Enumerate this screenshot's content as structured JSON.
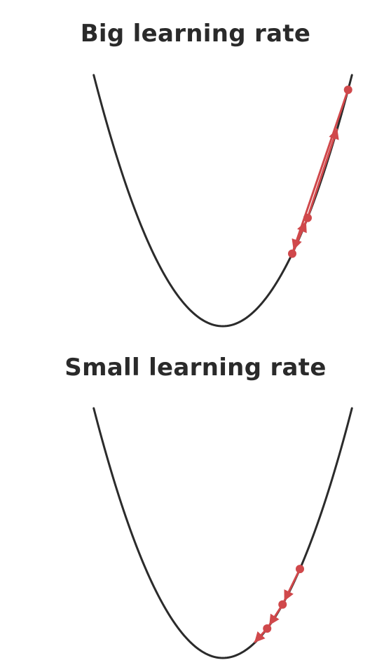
{
  "panels": [
    {
      "id": "big",
      "title": "Big learning rate",
      "points": [
        {
          "x": 0.65,
          "y": 0.4225
        },
        {
          "x": 0.36,
          "y": 0.1296
        },
        {
          "x": 0.44,
          "y": 0.1936
        },
        {
          "x": 0.6,
          "y": 0.36
        }
      ],
      "visible_points": [
        0,
        1,
        2
      ]
    },
    {
      "id": "small",
      "title": "Small learning rate",
      "points": [
        {
          "x": 0.4,
          "y": 0.16
        },
        {
          "x": 0.31,
          "y": 0.0961
        },
        {
          "x": 0.23,
          "y": 0.0529
        },
        {
          "x": 0.15,
          "y": 0.0225
        }
      ],
      "visible_points": [
        0,
        1,
        2
      ]
    }
  ],
  "colors": {
    "curve": "#2b2b2b",
    "step": "#d0484b",
    "title": "#2a2a2a",
    "background": "#ffffff"
  }
}
